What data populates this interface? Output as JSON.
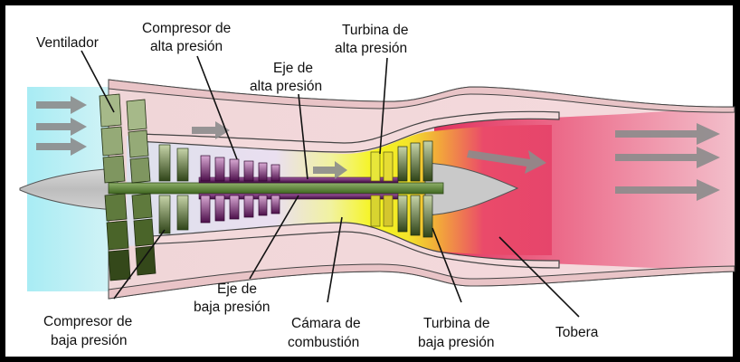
{
  "labels": {
    "ventilador": "Ventilador",
    "compresor_alta_1": "Compresor de",
    "compresor_alta_2": "alta presión",
    "turbina_alta_1": "Turbina de",
    "turbina_alta_2": "alta presión",
    "eje_alta_1": "Eje de",
    "eje_alta_2": "alta presión",
    "eje_baja_1": "Eje de",
    "eje_baja_2": "baja presión",
    "compresor_baja_1": "Compresor de",
    "compresor_baja_2": "baja presión",
    "camara_1": "Cámara de",
    "camara_2": "combustión",
    "turbina_baja_1": "Turbina de",
    "turbina_baja_2": "baja presión",
    "tobera": "Tobera"
  },
  "colors": {
    "frame": "#000000",
    "intake_air": "#bfeef2",
    "bypass_duct": "#f2d3d5",
    "core_flow": "#e3dcea",
    "combustion_yellow": "#f4f224",
    "exhaust_red": "#e83c6a",
    "spinner": "#c6c6c6",
    "fan_green": "#6f8a45",
    "compressor_purple": "#7b2d74",
    "shaft_green": "#4f7d2a",
    "shaft_purple": "#5a1c5a",
    "arrow_gray": "#8a8a8a"
  }
}
